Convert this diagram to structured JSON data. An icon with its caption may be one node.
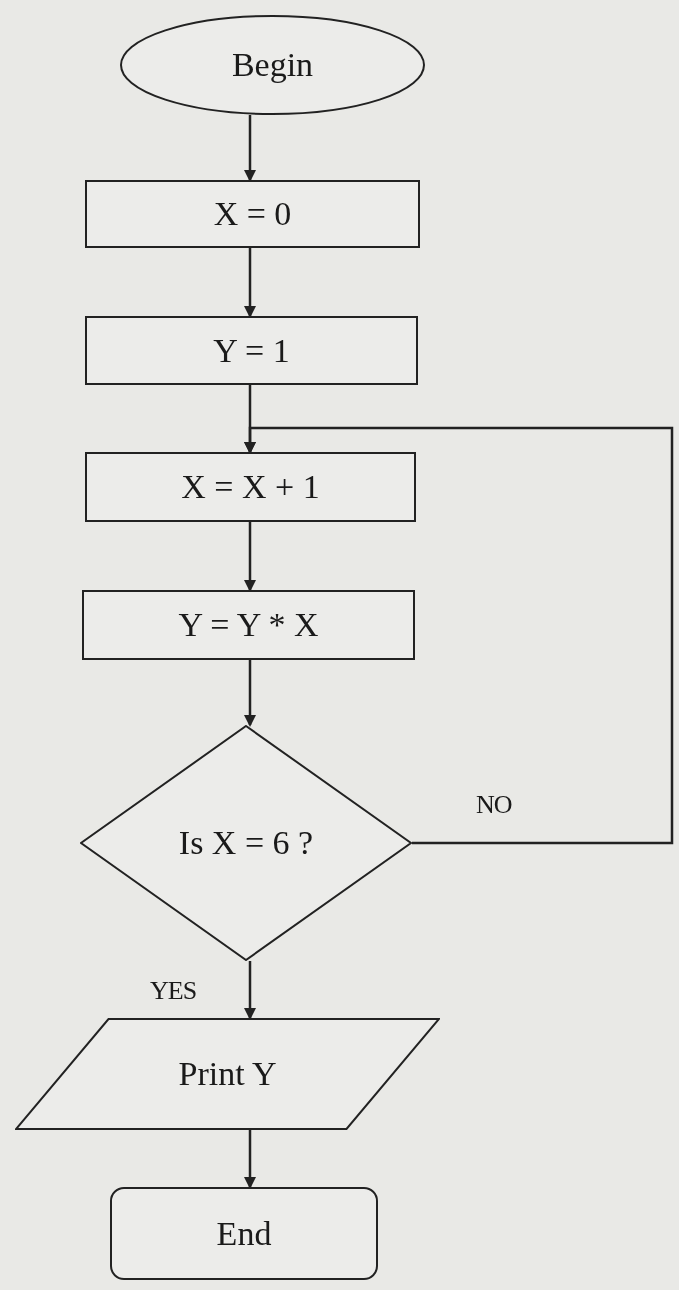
{
  "diagram": {
    "nodes": [
      {
        "text": [
          "Begin"
        ]
      },
      {
        "text": [
          "X = 0"
        ]
      },
      {
        "text": [
          "Y = 1"
        ]
      },
      {
        "text": [
          "X = X + 1"
        ]
      },
      {
        "text": [
          "Y = Y * X"
        ]
      },
      {
        "text": [
          "Is X = 6 ?"
        ]
      },
      {
        "text": [
          "Print Y"
        ]
      },
      {
        "text": [
          "End"
        ]
      }
    ],
    "edges": [
      {
        "from": 0,
        "to": 1,
        "arrow": "to"
      },
      {
        "from": 1,
        "to": 2,
        "arrow": "to"
      },
      {
        "from": 2,
        "to": 3,
        "arrow": "to"
      },
      {
        "from": 3,
        "to": 4,
        "arrow": "to"
      },
      {
        "from": 4,
        "to": 5,
        "arrow": "to"
      },
      {
        "from": 5,
        "to": 6,
        "arrow": "to",
        "label": "YES"
      },
      {
        "from": 5,
        "to": 3,
        "arrow": "to",
        "label": "NO"
      },
      {
        "from": 6,
        "to": 7,
        "arrow": "to"
      }
    ]
  }
}
